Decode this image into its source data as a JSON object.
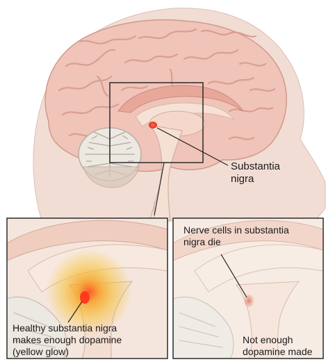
{
  "labels": {
    "main": {
      "line1": "Substantia",
      "line2": "nigra"
    },
    "healthy": {
      "line1": "Healthy substantia nigra",
      "line2": "makes enough dopamine",
      "line3": "(yellow glow)"
    },
    "damaged": {
      "top_line1": "Nerve cells in substantia",
      "top_line2": "nigra die",
      "bottom_line1": "Not enough",
      "bottom_line2": "dopamine made"
    }
  },
  "colors": {
    "head": "#f2ddd4",
    "brain": "#f0c4b8",
    "brain_fold": "#d99e92",
    "cerebellum": "#ece8e2",
    "brainstem": "#f5e1d4",
    "marker": "#e2463a",
    "glow": "#f6c338",
    "frame": "#2a2a2a"
  }
}
